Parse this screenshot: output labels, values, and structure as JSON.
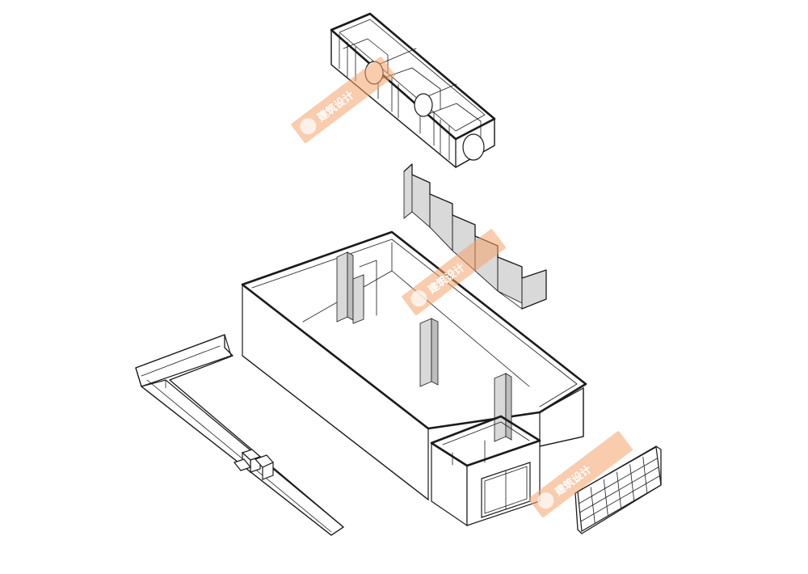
{
  "diagram": {
    "type": "exploded-axonometric",
    "components": [
      "roof-volume",
      "zigzag-partition",
      "main-room-shell",
      "entry-vestibule",
      "l-shaped-frame",
      "grid-panel"
    ],
    "watermark": {
      "text": "建筑设计",
      "color": "#f4a36a",
      "count": 3
    },
    "colors": {
      "line": "#1a1a1a",
      "shade": "#d9d9d9",
      "background": "#ffffff"
    }
  }
}
